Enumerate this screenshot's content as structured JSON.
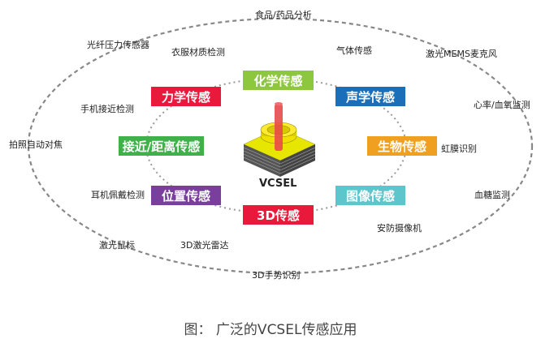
{
  "center": {
    "label": "VCSEL"
  },
  "sensors": {
    "chemical": "化学传感",
    "mechanical": "力学传感",
    "acoustic": "声学传感",
    "proximity": "接近/距离传感",
    "biological": "生物传感",
    "position": "位置传感",
    "image": "图像传感",
    "three_d": "3D传感"
  },
  "applications": {
    "food_drug": "食品/药品分析",
    "fiber_pressure": "光纤压力传感器",
    "clothing": "衣服材质检测",
    "gas": "气体传感",
    "mems_mic": "激光MEMS麦克风",
    "phone_proximity": "手机接近检测",
    "heart_rate": "心率/血氧监测",
    "autofocus": "拍照自动对焦",
    "iris": "虹膜识别",
    "earphone": "耳机佩戴检测",
    "glucose": "血糖监测",
    "security_camera": "安防摄像机",
    "laser_mouse": "激光鼠标",
    "lidar": "3D激光雷达",
    "gesture": "3D手势识别"
  },
  "caption": "图：  广泛的VCSEL传感应用",
  "colors": {
    "chemical": "#8dc63f",
    "mechanical": "#e8193a",
    "acoustic": "#1a6fb8",
    "proximity": "#3fb04a",
    "biological": "#f0a020",
    "position": "#7a3f9c",
    "image": "#5cc6cc",
    "three_d": "#e8193a"
  }
}
